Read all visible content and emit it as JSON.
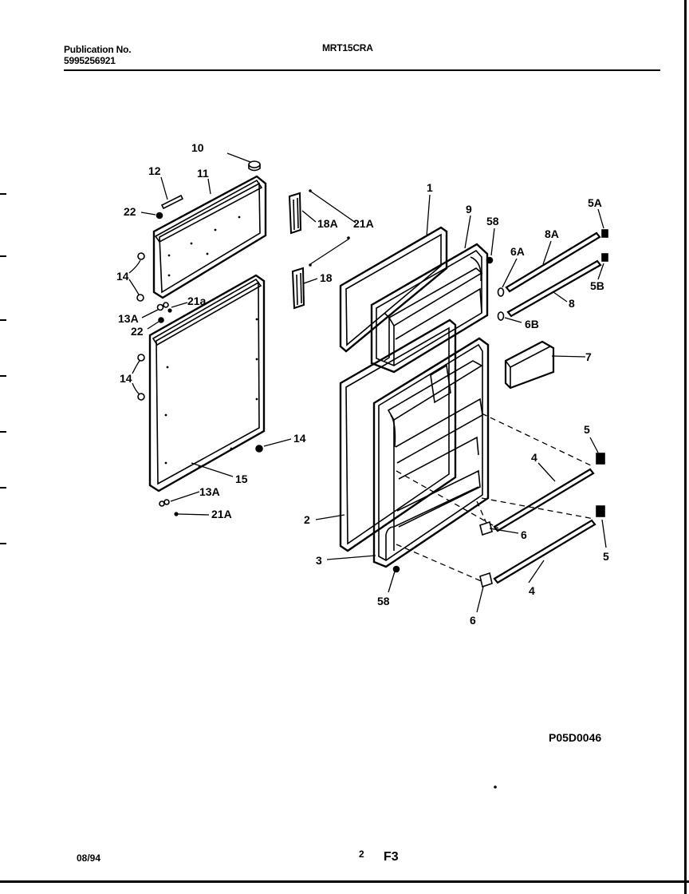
{
  "header": {
    "publication_label": "Publication No.",
    "publication_number": "5995256921",
    "model": "MRT15CRA"
  },
  "drawing_code": "P05D0046",
  "footer": {
    "date": "08/94",
    "page_number": "2",
    "section": "F3"
  },
  "callouts": {
    "c10": "10",
    "c12": "12",
    "c11": "11",
    "c22a": "22",
    "c14a": "14",
    "c13a_top": "13A",
    "c21a_small": "21a",
    "c22b": "22",
    "c14b": "14",
    "c14c": "14",
    "c15": "15",
    "c13a_bot": "13A",
    "c21a_bot": "21A",
    "c18a": "18A",
    "c21a_top": "21A",
    "c18": "18",
    "c1": "1",
    "c9": "9",
    "c58a": "58",
    "c6a": "6A",
    "c8a": "8A",
    "c5a": "5A",
    "c5b": "5B",
    "c8": "8",
    "c6b": "6B",
    "c7": "7",
    "c5_top": "5",
    "c4_top": "4",
    "c6_top": "6",
    "c5_bot": "5",
    "c2": "2",
    "c3": "3",
    "c58b": "58",
    "c4_bot": "4",
    "c6_bot": "6"
  }
}
